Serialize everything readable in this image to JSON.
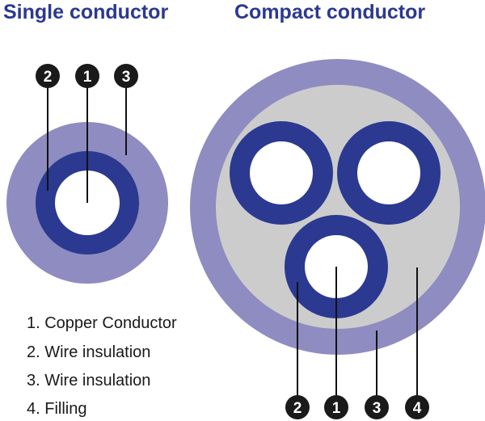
{
  "titles": {
    "single": "Single conductor",
    "compact": "Compact conductor"
  },
  "badges": {
    "single": [
      "2",
      "1",
      "3"
    ],
    "compact": [
      "2",
      "1",
      "3",
      "4"
    ]
  },
  "legend": [
    "1. Copper Conductor",
    "2. Wire insulation",
    "3. Wire insulation",
    "4. Filling"
  ],
  "colors": {
    "title": "#2b3990",
    "outer_sheath": "#8e8cc0",
    "insulation": "#2b3990",
    "conductor": "#ffffff",
    "filling": "#cccccc",
    "badge": "#1a1a1a",
    "leader_line": "#111111"
  }
}
